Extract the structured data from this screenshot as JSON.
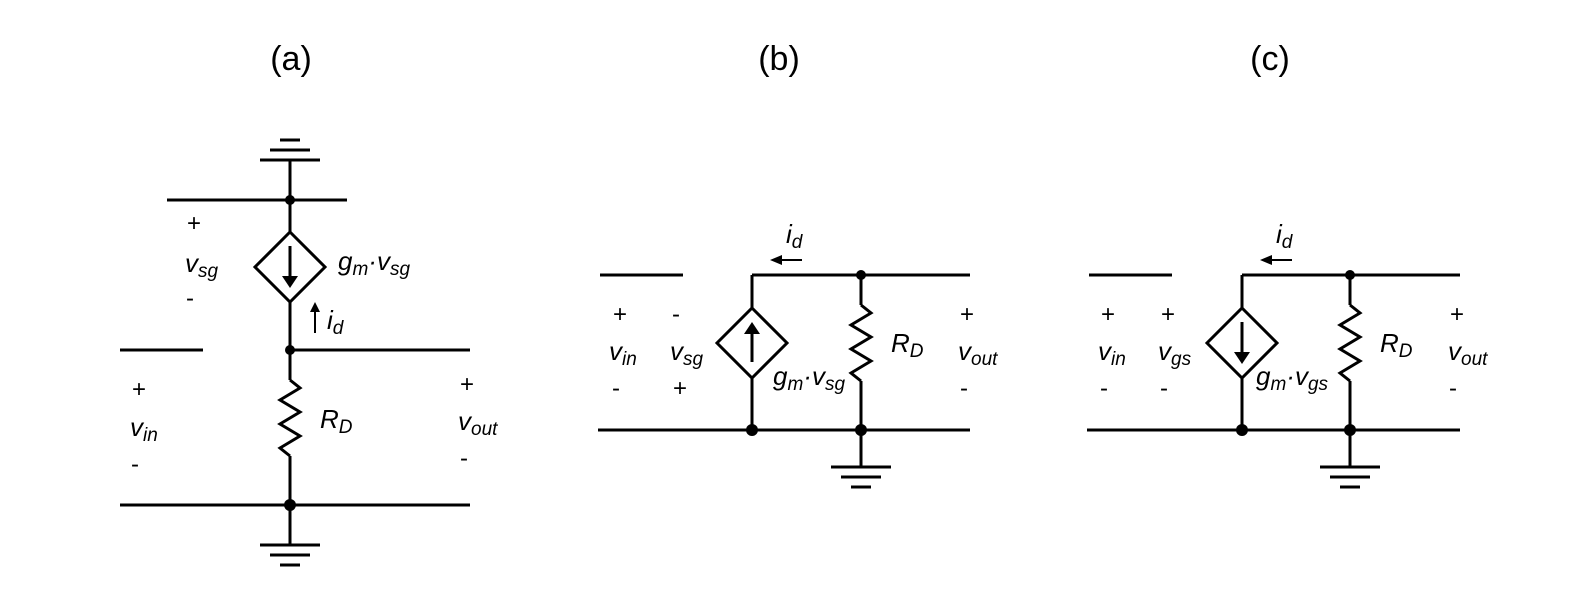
{
  "panels": {
    "a": {
      "caption": "(a)",
      "vsg_label": {
        "main": "v",
        "sub": "sg"
      },
      "source_label": {
        "g": "g",
        "gsub": "m",
        "dot": "·",
        "v": "v",
        "vsub": "sg"
      },
      "id_label": {
        "main": "i",
        "sub": "d"
      },
      "rd_label": {
        "main": "R",
        "sub": "D"
      },
      "vin_label": {
        "main": "v",
        "sub": "in"
      },
      "vout_label": {
        "main": "v",
        "sub": "out"
      },
      "plus": "+",
      "minus": "-"
    },
    "b": {
      "caption": "(b)",
      "id_label": {
        "main": "i",
        "sub": "d"
      },
      "vin_label": {
        "main": "v",
        "sub": "in"
      },
      "vsg_label": {
        "main": "v",
        "sub": "sg"
      },
      "source_label": {
        "g": "g",
        "gsub": "m",
        "dot": "·",
        "v": "v",
        "vsub": "sg"
      },
      "rd_label": {
        "main": "R",
        "sub": "D"
      },
      "vout_label": {
        "main": "v",
        "sub": "out"
      },
      "plus": "+",
      "minus": "-"
    },
    "c": {
      "caption": "(c)",
      "id_label": {
        "main": "i",
        "sub": "d"
      },
      "vin_label": {
        "main": "v",
        "sub": "in"
      },
      "vgs_label": {
        "main": "v",
        "sub": "gs"
      },
      "source_label": {
        "g": "g",
        "gsub": "m",
        "dot": "·",
        "v": "v",
        "vsub": "gs"
      },
      "rd_label": {
        "main": "R",
        "sub": "D"
      },
      "vout_label": {
        "main": "v",
        "sub": "out"
      },
      "plus": "+",
      "minus": "-"
    }
  },
  "icons": {
    "ground": "ground-icon",
    "resistor": "resistor-icon",
    "dependent_current_source": "dependent-current-source-icon",
    "current_arrow": "arrow-icon"
  }
}
